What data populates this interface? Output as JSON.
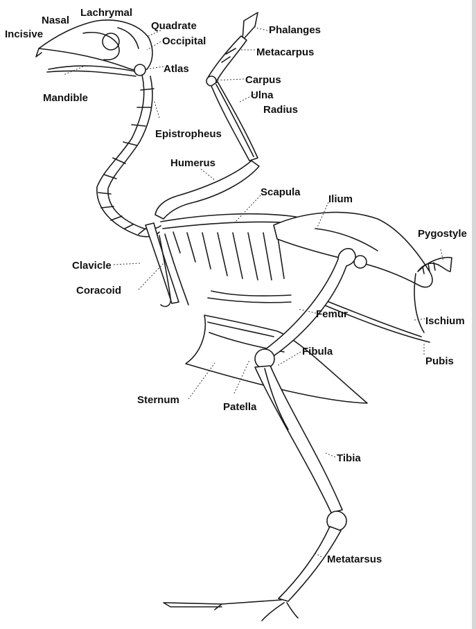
{
  "figure": {
    "labels": {
      "incisive": "Incisive",
      "nasal": "Nasal",
      "lachrymal": "Lachrymal",
      "quadrate": "Quadrate",
      "occipital": "Occipital",
      "atlas": "Atlas",
      "mandible": "Mandible",
      "epistropheus": "Epistropheus",
      "phalanges": "Phalanges",
      "metacarpus": "Metacarpus",
      "carpus": "Carpus",
      "ulna": "Ulna",
      "radius": "Radius",
      "humerus": "Humerus",
      "scapula": "Scapula",
      "ilium": "Ilium",
      "pygostyle": "Pygostyle",
      "clavicle": "Clavicle",
      "coracoid": "Coracoid",
      "femur": "Femur",
      "ischium": "Ischium",
      "fibula": "Fibula",
      "pubis": "Pubis",
      "sternum": "Sternum",
      "patella": "Patella",
      "tibia": "Tibia",
      "metatarsus": "Metatarsus"
    }
  }
}
